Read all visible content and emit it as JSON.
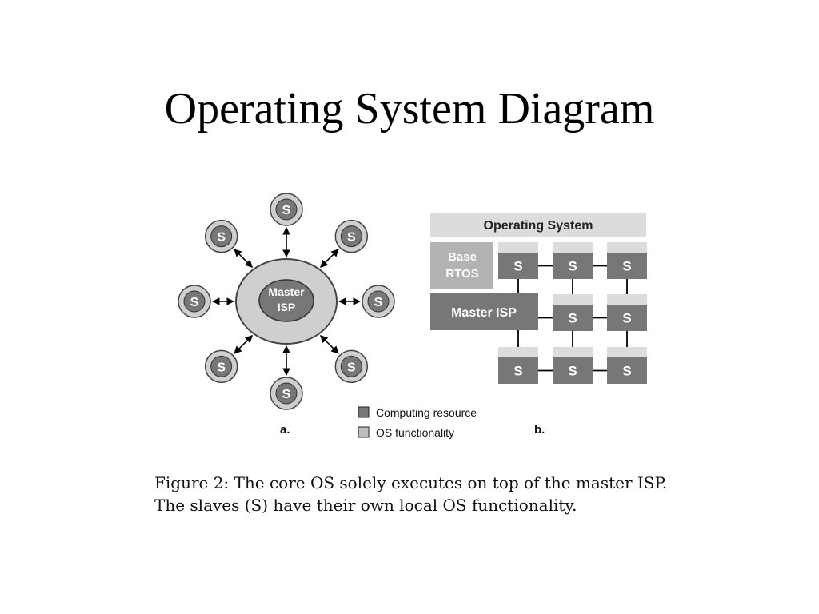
{
  "slide": {
    "title": "Operating System Diagram"
  },
  "figure": {
    "panel_a": {
      "label": "a.",
      "master_label_line1": "Master",
      "master_label_line2": "ISP",
      "slave_label": "S",
      "slave_count": 8
    },
    "panel_b": {
      "label": "b.",
      "os_label": "Operating System",
      "base_rtos_line1": "Base",
      "base_rtos_line2": "RTOS",
      "master_isp_label": "Master ISP",
      "slave_label": "S"
    },
    "legend": {
      "computing_resource": "Computing resource",
      "os_functionality": "OS functionality"
    },
    "colors": {
      "computing_resource": "#777777",
      "os_functionality": "#bdbdbd",
      "light_band": "#dcdcdc",
      "outer_ellipse": "#cfcfcf"
    }
  },
  "caption": {
    "text": "Figure 2: The core OS solely executes on top of the master ISP. The slaves (S) have their own local OS functionality."
  }
}
